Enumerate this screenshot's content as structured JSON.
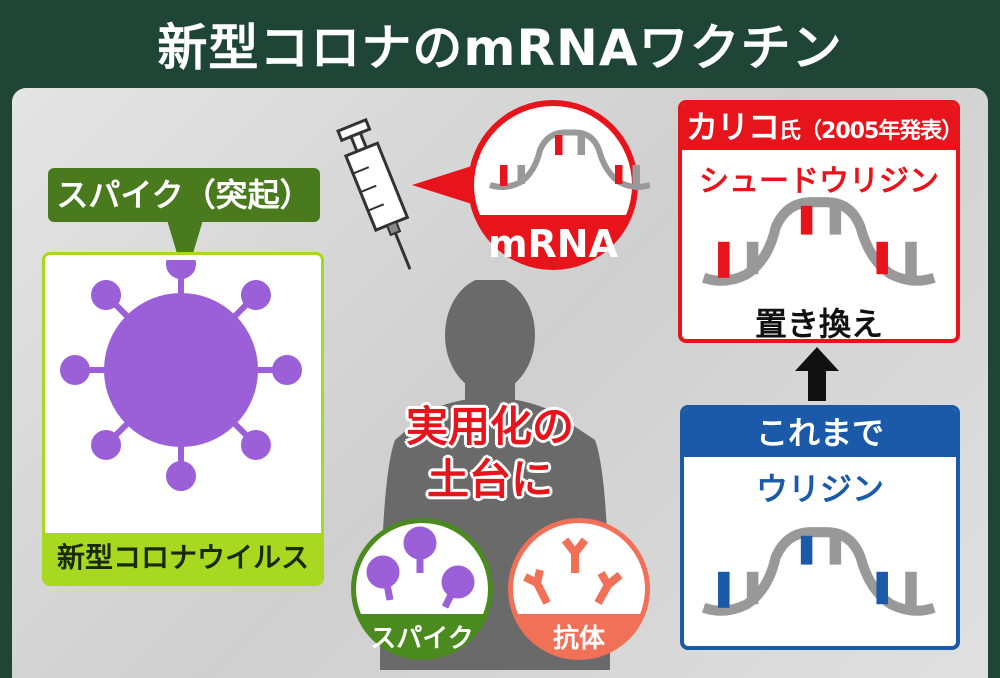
{
  "title": "新型コロナのmRNAワクチン",
  "virus": {
    "tag": "スパイク（突起）",
    "label": "新型コロナウイルス"
  },
  "mrna": {
    "label": "mRNA"
  },
  "center": {
    "line1": "実用化の",
    "line2": "土台に"
  },
  "circles": {
    "spike": "スパイク",
    "antibody": "抗体"
  },
  "new_box": {
    "name": "カリコ",
    "suffix": "氏（2005年発表）",
    "substance": "シュードウリジン",
    "action": "置き換え"
  },
  "old_box": {
    "header": "これまで",
    "substance": "ウリジン"
  },
  "colors": {
    "bg": "#1f4536",
    "red": "#e8141c",
    "green": "#4a7a1e",
    "lime": "#a8d820",
    "purple": "#9b5fd8",
    "salmon": "#f07058",
    "blue": "#1a5aa8"
  }
}
